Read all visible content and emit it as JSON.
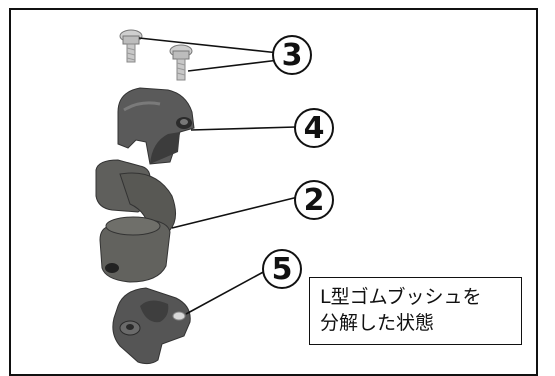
{
  "labels": {
    "part3": "3",
    "part4": "4",
    "part2": "2",
    "part5": "5"
  },
  "caption": {
    "line1": "L型ゴムブッシュを",
    "line2": "分解した状態"
  },
  "colors": {
    "part_dark": "#4a4a4a",
    "part_mid": "#6e6e6e",
    "rubber": "#5c5c58",
    "screw": "#b9b9b9",
    "line": "#111111"
  },
  "icons": [
    "screw-icon",
    "clamp-top-icon",
    "l-bushing-icon",
    "clamp-bottom-icon"
  ]
}
